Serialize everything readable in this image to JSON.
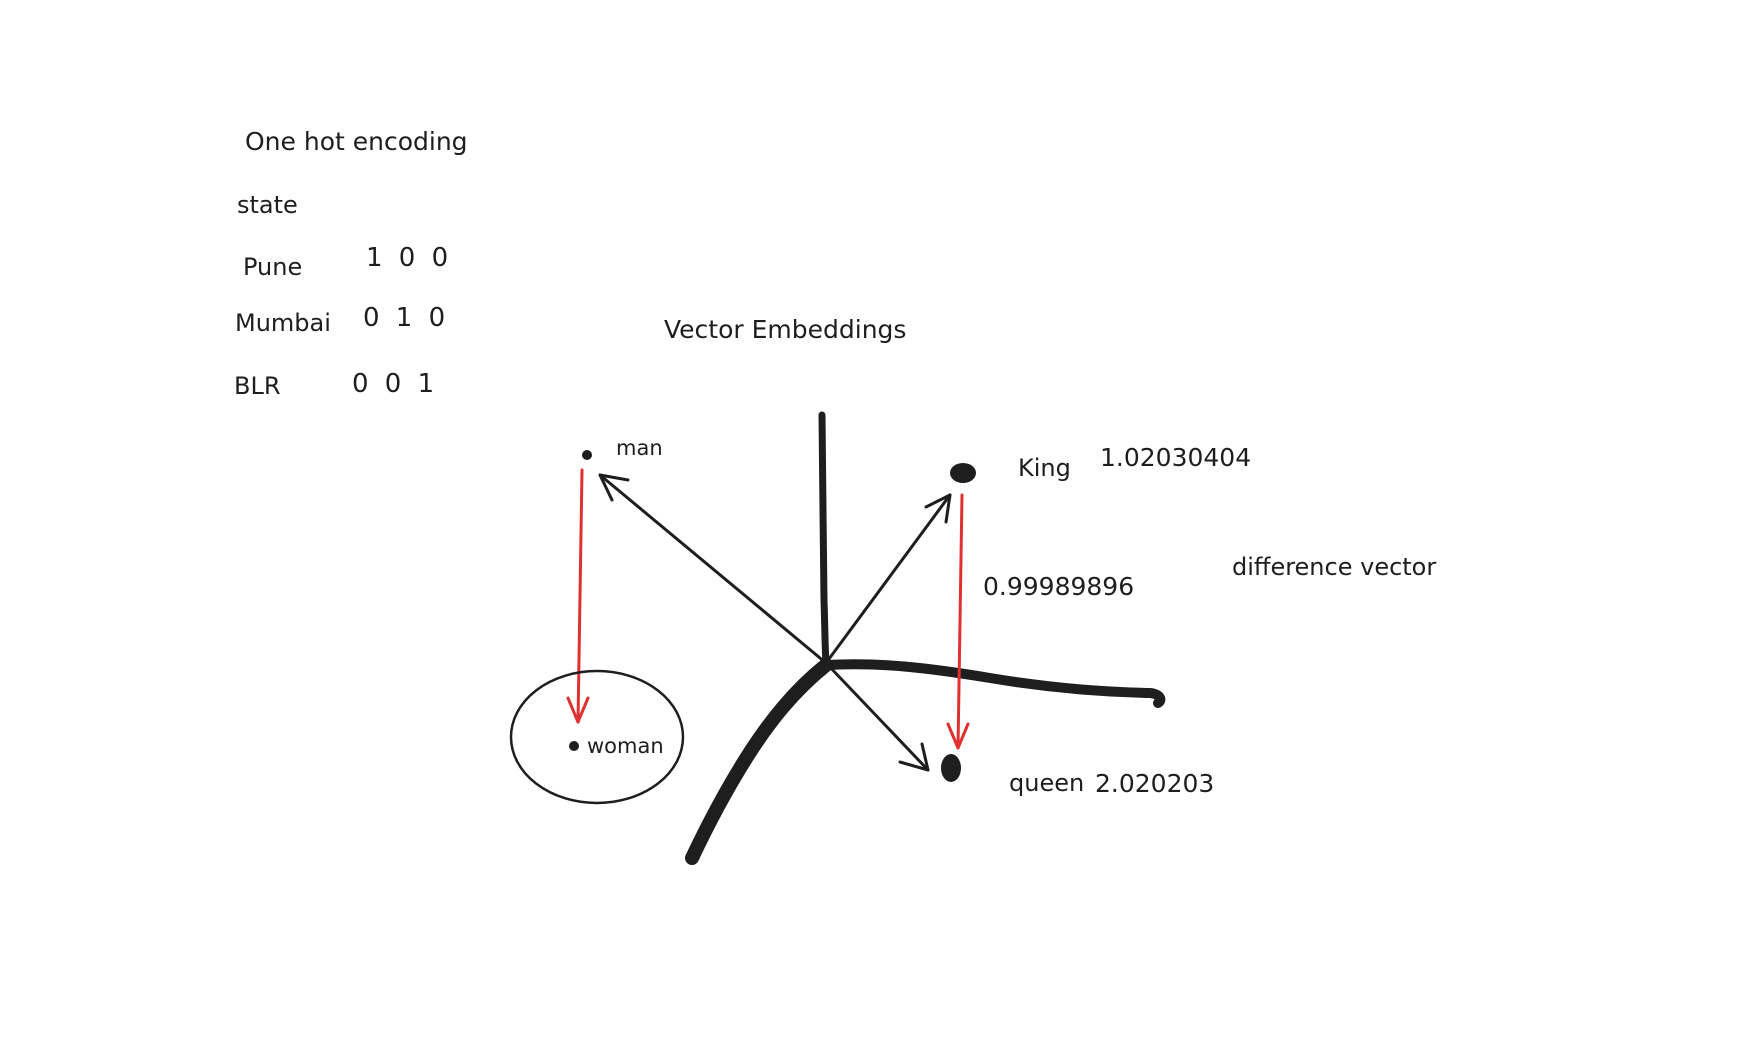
{
  "one_hot": {
    "title": "One hot encoding",
    "header": "state",
    "rows": [
      {
        "label": "Pune",
        "code": "1 0 0"
      },
      {
        "label": "Mumbai",
        "code": "0 1 0"
      },
      {
        "label": "BLR",
        "code": "0 0 1"
      }
    ]
  },
  "embeddings": {
    "title": "Vector Embeddings",
    "points": {
      "man": "man",
      "woman": "woman",
      "king": "King",
      "queen": "queen"
    },
    "values": {
      "king": "1.02030404",
      "queen": "2.020203",
      "difference": "0.99989896"
    },
    "difference_label": "difference vector"
  },
  "colors": {
    "ink": "#1e1e1e",
    "arrow_red": "#e03131",
    "background": "#ffffff"
  }
}
